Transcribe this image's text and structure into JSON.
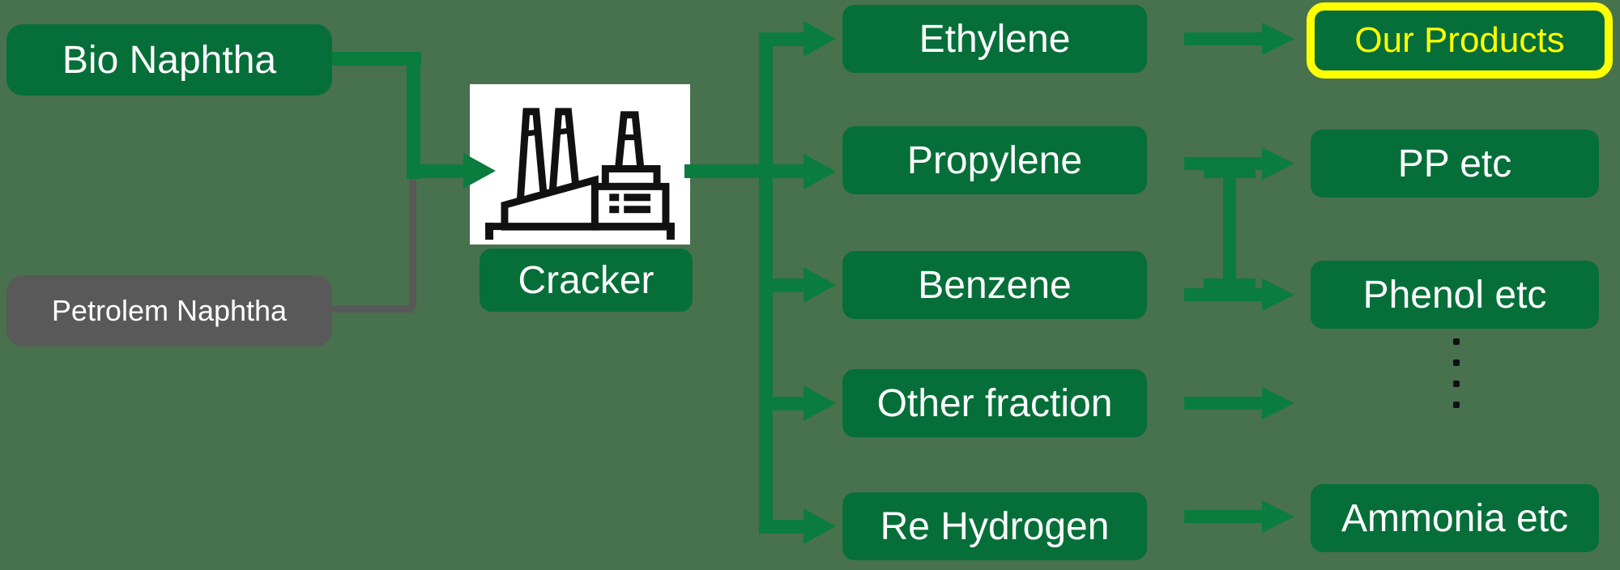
{
  "colors": {
    "background": "#48714E",
    "box_green": "#066F39",
    "arrow_green": "#0A7C3E",
    "gray": "#595959",
    "highlight_yellow": "#FFFF00",
    "text_white": "#FFFFFF",
    "icon_black": "#111111"
  },
  "inputs": {
    "bio": {
      "label": "Bio Naphtha"
    },
    "petroleum": {
      "label": "Petrolem Naphtha"
    }
  },
  "process": {
    "label": "Cracker",
    "icon": "factory-icon"
  },
  "outputs": [
    {
      "label": "Ethylene"
    },
    {
      "label": "Propylene"
    },
    {
      "label": "Benzene"
    },
    {
      "label": "Other fraction"
    },
    {
      "label": "Re Hydrogen"
    }
  ],
  "products": [
    {
      "label": "Our Products",
      "highlighted": true
    },
    {
      "label": "PP etc"
    },
    {
      "label": "Phenol etc"
    },
    {
      "label": "Ammonia etc"
    }
  ],
  "ellipsis_dot_count": 4
}
